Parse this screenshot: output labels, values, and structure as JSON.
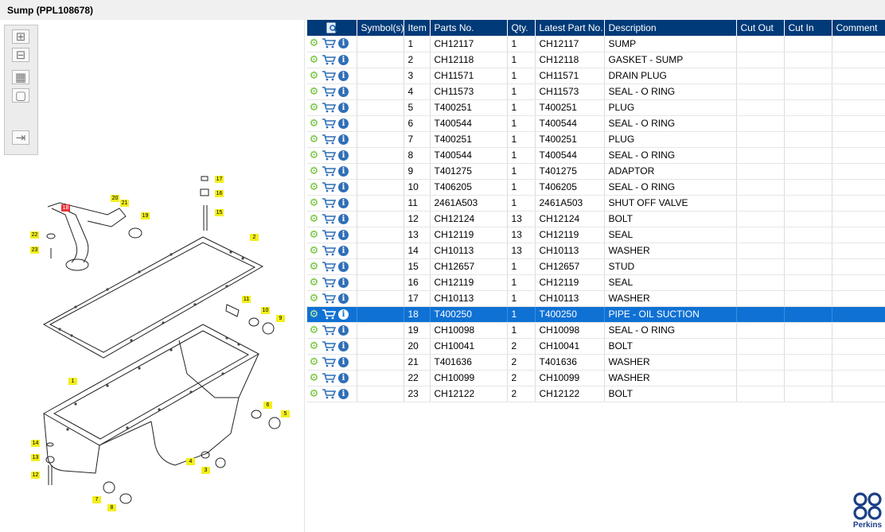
{
  "window": {
    "title": "Sump (PPL108678)"
  },
  "toolbar": {
    "buttons": [
      {
        "name": "zoom-in",
        "glyph": "⊞"
      },
      {
        "name": "zoom-out",
        "glyph": "⊟"
      },
      {
        "name": "fit-all",
        "glyph": "▦"
      },
      {
        "name": "actual-size",
        "glyph": "▢"
      },
      {
        "name": "export",
        "glyph": "⇥"
      }
    ]
  },
  "diagram": {
    "selected_callout": "18",
    "callouts": [
      "17",
      "16",
      "20",
      "21",
      "18",
      "19",
      "15",
      "22",
      "23",
      "2",
      "11",
      "10",
      "9",
      "1",
      "6",
      "5",
      "14",
      "13",
      "4",
      "3",
      "12",
      "7",
      "8"
    ]
  },
  "table": {
    "columns": [
      "",
      "Symbol(s)",
      "Item",
      "Parts No.",
      "Qty.",
      "Latest Part No.",
      "Description",
      "Cut Out",
      "Cut In",
      "Comment"
    ],
    "selected_item": "18",
    "rows": [
      {
        "item": "1",
        "part_no": "CH12117",
        "qty": "1",
        "latest": "CH12117",
        "description": "SUMP"
      },
      {
        "item": "2",
        "part_no": "CH12118",
        "qty": "1",
        "latest": "CH12118",
        "description": "GASKET - SUMP"
      },
      {
        "item": "3",
        "part_no": "CH11571",
        "qty": "1",
        "latest": "CH11571",
        "description": "DRAIN PLUG"
      },
      {
        "item": "4",
        "part_no": "CH11573",
        "qty": "1",
        "latest": "CH11573",
        "description": "SEAL - O RING"
      },
      {
        "item": "5",
        "part_no": "T400251",
        "qty": "1",
        "latest": "T400251",
        "description": "PLUG"
      },
      {
        "item": "6",
        "part_no": "T400544",
        "qty": "1",
        "latest": "T400544",
        "description": "SEAL - O RING"
      },
      {
        "item": "7",
        "part_no": "T400251",
        "qty": "1",
        "latest": "T400251",
        "description": "PLUG"
      },
      {
        "item": "8",
        "part_no": "T400544",
        "qty": "1",
        "latest": "T400544",
        "description": "SEAL - O RING"
      },
      {
        "item": "9",
        "part_no": "T401275",
        "qty": "1",
        "latest": "T401275",
        "description": "ADAPTOR"
      },
      {
        "item": "10",
        "part_no": "T406205",
        "qty": "1",
        "latest": "T406205",
        "description": "SEAL - O RING"
      },
      {
        "item": "11",
        "part_no": "2461A503",
        "qty": "1",
        "latest": "2461A503",
        "description": "SHUT OFF VALVE"
      },
      {
        "item": "12",
        "part_no": "CH12124",
        "qty": "13",
        "latest": "CH12124",
        "description": "BOLT"
      },
      {
        "item": "13",
        "part_no": "CH12119",
        "qty": "13",
        "latest": "CH12119",
        "description": "SEAL"
      },
      {
        "item": "14",
        "part_no": "CH10113",
        "qty": "13",
        "latest": "CH10113",
        "description": "WASHER"
      },
      {
        "item": "15",
        "part_no": "CH12657",
        "qty": "1",
        "latest": "CH12657",
        "description": "STUD"
      },
      {
        "item": "16",
        "part_no": "CH12119",
        "qty": "1",
        "latest": "CH12119",
        "description": "SEAL"
      },
      {
        "item": "17",
        "part_no": "CH10113",
        "qty": "1",
        "latest": "CH10113",
        "description": "WASHER"
      },
      {
        "item": "18",
        "part_no": "T400250",
        "qty": "1",
        "latest": "T400250",
        "description": "PIPE - OIL SUCTION"
      },
      {
        "item": "19",
        "part_no": "CH10098",
        "qty": "1",
        "latest": "CH10098",
        "description": "SEAL - O RING"
      },
      {
        "item": "20",
        "part_no": "CH10041",
        "qty": "2",
        "latest": "CH10041",
        "description": "BOLT"
      },
      {
        "item": "21",
        "part_no": "T401636",
        "qty": "2",
        "latest": "T401636",
        "description": "WASHER"
      },
      {
        "item": "22",
        "part_no": "CH10099",
        "qty": "2",
        "latest": "CH10099",
        "description": "WASHER"
      },
      {
        "item": "23",
        "part_no": "CH12122",
        "qty": "2",
        "latest": "CH12122",
        "description": "BOLT"
      }
    ]
  },
  "row_icons": [
    "settings-gear-icon",
    "shopping-cart-icon",
    "info-icon"
  ],
  "brand": {
    "name": "Perkins",
    "color": "#1b3f86"
  },
  "colors": {
    "header": "#003a78",
    "selected_row": "#0f71d4",
    "callout": "#f3ef1c",
    "callout_selected": "#e8343a"
  }
}
